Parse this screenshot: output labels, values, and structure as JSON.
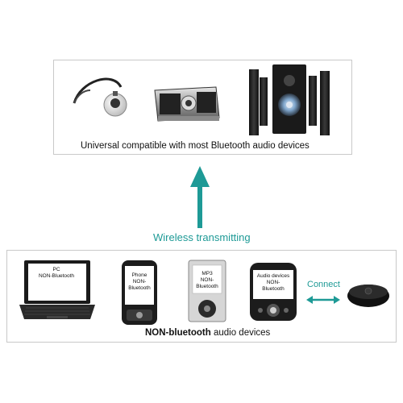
{
  "top_panel": {
    "caption": "Universal compatible with most  Bluetooth audio devices",
    "devices": [
      {
        "name": "headset",
        "icon": "headset-icon"
      },
      {
        "name": "speaker",
        "icon": "portable-speaker-icon"
      },
      {
        "name": "home-theater",
        "icon": "home-theater-speakers-icon"
      }
    ]
  },
  "middle": {
    "wireless_label": "Wireless transmitting",
    "arrow_icon": "up-arrow-icon"
  },
  "bottom_panel": {
    "caption_bold": "NON-bluetooth",
    "caption_rest": " audio devices",
    "devices": [
      {
        "label": "PC\nNON-Bluetooth",
        "icon": "laptop-icon"
      },
      {
        "label": "Phone\nNON-\nBluetooth",
        "icon": "phone-icon"
      },
      {
        "label": "MP3\nNON-\nBluetooth",
        "icon": "mp3-player-icon"
      },
      {
        "label": "Audio devices\nNON-\nBluetooth",
        "icon": "audio-device-icon"
      }
    ],
    "connect_label": "Connect",
    "transmitter_icon": "bluetooth-transmitter-icon"
  },
  "colors": {
    "accent": "#1e9a96",
    "border": "#c9c9c9"
  }
}
